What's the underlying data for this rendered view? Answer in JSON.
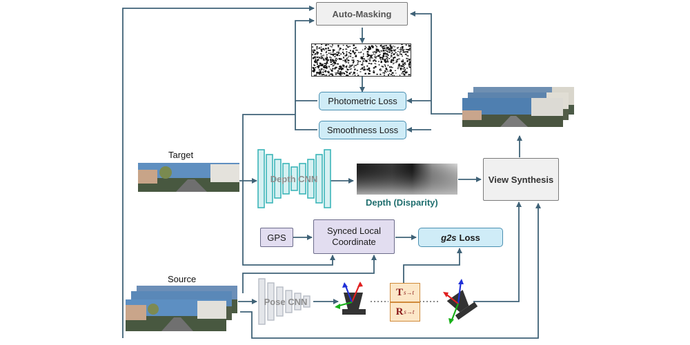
{
  "nodes": {
    "auto_masking": "Auto-Masking",
    "photometric_loss": "Photometric Loss",
    "smoothness_loss": "Smoothness Loss",
    "depth_cnn": "Depth CNN",
    "depth_output": "Depth (Disparity)",
    "view_synthesis": "View Synthesis",
    "gps": "GPS",
    "synced_local_coordinate": "Synced Local Coordinate",
    "g2s_loss_prefix": "g2s",
    "g2s_loss_suffix": "Loss",
    "pose_cnn": "Pose CNN",
    "translation": "T",
    "rotation": "R",
    "subscript": "s→t"
  },
  "labels": {
    "target": "Target",
    "source": "Source"
  },
  "colors": {
    "arrow": "#3f6277",
    "cnn": "#3bb5b8",
    "depth_text": "#1f6e6e"
  }
}
